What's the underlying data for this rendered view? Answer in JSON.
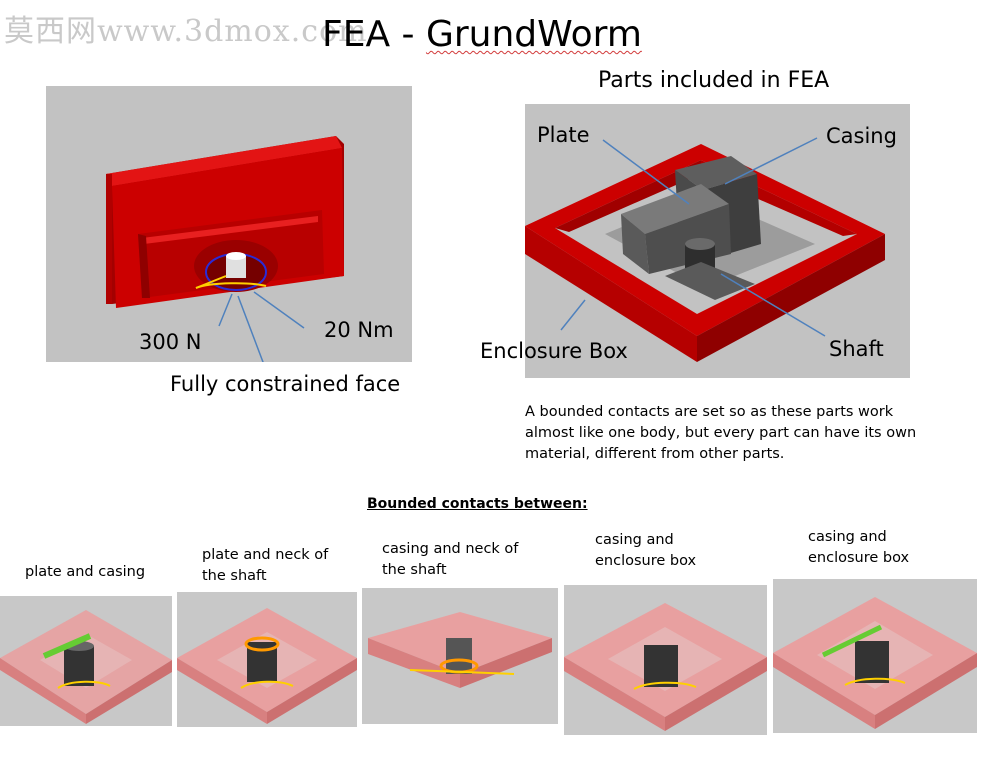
{
  "watermark": "莫西网www.3dmox.com",
  "title": {
    "part1": "FEA - ",
    "part2": "GrundWorm"
  },
  "left_panel": {
    "label_force": "300 N",
    "label_torque": "20 Nm",
    "label_constraint": "Fully constrained face"
  },
  "right_panel": {
    "heading": "Parts included in FEA",
    "label_plate": "Plate",
    "label_casing": "Casing",
    "label_enclosure": "Enclosure Box",
    "label_shaft": "Shaft"
  },
  "description": "A bounded contacts are set so as these parts work almost like one body, but every part can have its own material, different from other parts.",
  "bounded_heading": "Bounded contacts between:",
  "thumbnails": [
    {
      "label": "plate and casing"
    },
    {
      "label": "plate and neck of the shaft"
    },
    {
      "label": "casing and neck of the shaft"
    },
    {
      "label": "casing and enclosure box"
    },
    {
      "label": "casing and enclosure box"
    }
  ],
  "colors": {
    "red_part": "#d40000",
    "panel_gray": "#c2c2c2",
    "arrow_blue": "#4f81bd"
  }
}
